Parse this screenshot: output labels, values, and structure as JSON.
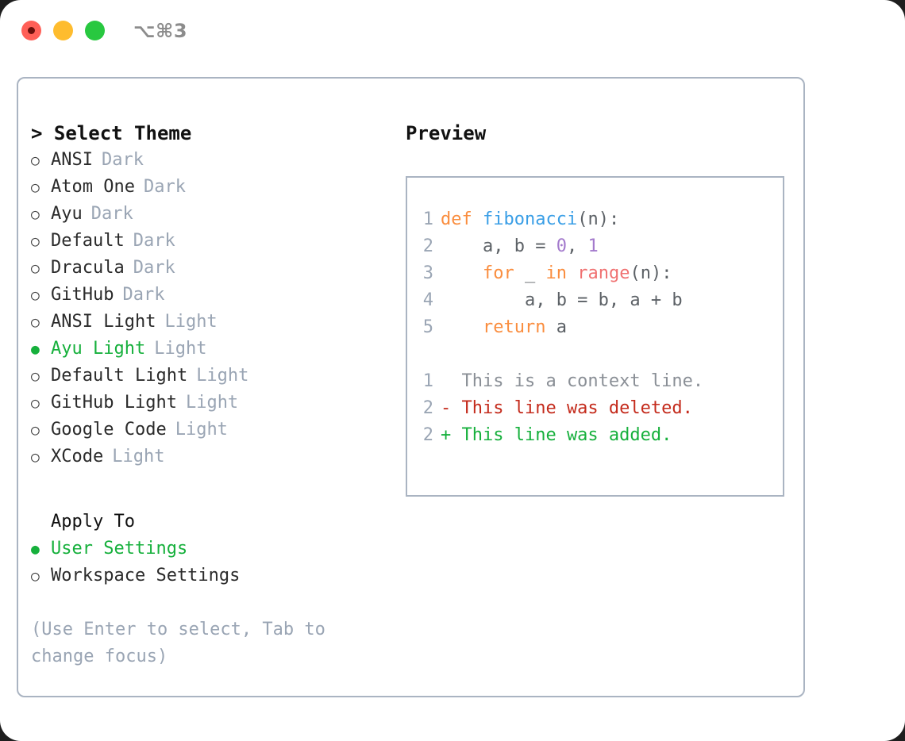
{
  "titlebar": {
    "shortcut": "⌥⌘3",
    "lights": [
      "close-red",
      "minimize-yellow",
      "zoom-green"
    ]
  },
  "theme_picker": {
    "heading": "> Select Theme",
    "marker_selected": "●",
    "marker_unselected": "○",
    "options": [
      {
        "name": "ANSI",
        "tag": "Dark",
        "selected": false
      },
      {
        "name": "Atom One",
        "tag": "Dark",
        "selected": false
      },
      {
        "name": "Ayu",
        "tag": "Dark",
        "selected": false
      },
      {
        "name": "Default",
        "tag": "Dark",
        "selected": false
      },
      {
        "name": "Dracula",
        "tag": "Dark",
        "selected": false
      },
      {
        "name": "GitHub",
        "tag": "Dark",
        "selected": false
      },
      {
        "name": "ANSI Light",
        "tag": "Light",
        "selected": false
      },
      {
        "name": "Ayu Light",
        "tag": "Light",
        "selected": true
      },
      {
        "name": "Default Light",
        "tag": "Light",
        "selected": false
      },
      {
        "name": "GitHub Light",
        "tag": "Light",
        "selected": false
      },
      {
        "name": "Google Code",
        "tag": "Light",
        "selected": false
      },
      {
        "name": "XCode",
        "tag": "Light",
        "selected": false
      }
    ]
  },
  "apply_to": {
    "heading": "Apply To",
    "options": [
      {
        "name": "User Settings",
        "selected": true
      },
      {
        "name": "Workspace Settings",
        "selected": false
      }
    ]
  },
  "hint": "(Use Enter to select, Tab to change focus)",
  "preview": {
    "heading": "Preview",
    "code_lines": [
      {
        "no": "1",
        "tokens": [
          {
            "t": "def ",
            "c": "kw"
          },
          {
            "t": "fibonacci",
            "c": "fn"
          },
          {
            "t": "(n):",
            "c": "pl"
          }
        ]
      },
      {
        "no": "2",
        "tokens": [
          {
            "t": "    a, b = ",
            "c": "pl"
          },
          {
            "t": "0",
            "c": "num"
          },
          {
            "t": ", ",
            "c": "pl"
          },
          {
            "t": "1",
            "c": "num"
          }
        ]
      },
      {
        "no": "3",
        "tokens": [
          {
            "t": "    ",
            "c": "pl"
          },
          {
            "t": "for",
            "c": "kw"
          },
          {
            "t": " _ ",
            "c": "pl"
          },
          {
            "t": "in",
            "c": "kw"
          },
          {
            "t": " ",
            "c": "pl"
          },
          {
            "t": "range",
            "c": "bi"
          },
          {
            "t": "(n):",
            "c": "pl"
          }
        ]
      },
      {
        "no": "4",
        "tokens": [
          {
            "t": "        a, b = b, a + b",
            "c": "pl"
          }
        ]
      },
      {
        "no": "5",
        "tokens": [
          {
            "t": "    ",
            "c": "pl"
          },
          {
            "t": "return",
            "c": "kw"
          },
          {
            "t": " a",
            "c": "pl"
          }
        ]
      }
    ],
    "diff_lines": [
      {
        "no": "1",
        "text": "  This is a context line.",
        "kind": "diff-ctx"
      },
      {
        "no": "2",
        "text": "- This line was deleted.",
        "kind": "diff-del"
      },
      {
        "no": "2",
        "text": "+ This line was added.",
        "kind": "diff-add"
      }
    ]
  },
  "colors": {
    "accent_green": "#16b03c",
    "border": "#aab4c2",
    "muted": "#9aa5b4",
    "keyword": "#fa8d3e",
    "function": "#399ee6",
    "number": "#a37acc",
    "builtin": "#f07171",
    "diff_deleted": "#c42b1c",
    "diff_added": "#16b03c"
  }
}
